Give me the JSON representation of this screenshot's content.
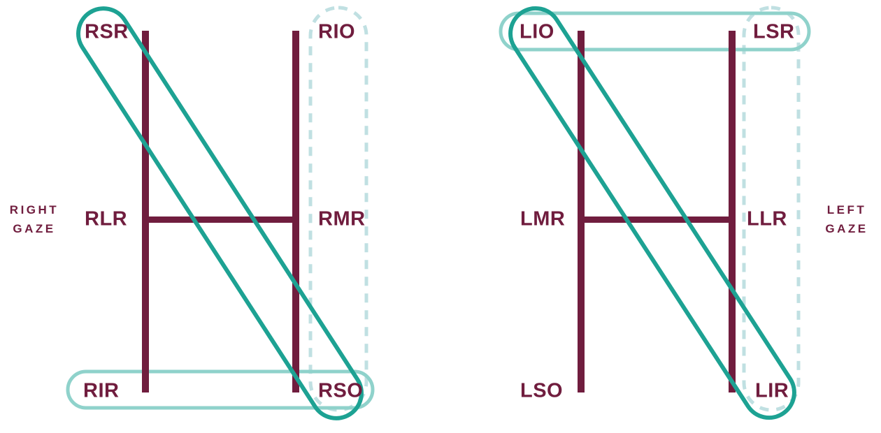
{
  "title": "Cardinal gaze extraocular muscle diagram",
  "colors": {
    "maroon": "#701d3e",
    "teal": "#1da293",
    "light_teal": "#8fd2cb",
    "pale_teal": "#c0e0e2",
    "background": "#ffffff"
  },
  "diagrams": [
    {
      "id": "right-gaze",
      "side_label": {
        "line1": "RIGHT",
        "line2": "GAZE"
      },
      "muscles": {
        "top_left": "RSR",
        "top_right": "RIO",
        "mid_left": "RLR",
        "mid_right": "RMR",
        "bottom_left": "RIR",
        "bottom_right": "RSO"
      },
      "highlights": {
        "diagonal_oval_pair": [
          "RSR",
          "RSO"
        ],
        "horizontal_oval_pair": [
          "RIR",
          "RSO"
        ],
        "dashed_column": [
          "RIO",
          "RMR",
          "RSO"
        ]
      }
    },
    {
      "id": "left-gaze",
      "side_label": {
        "line1": "LEFT",
        "line2": "GAZE"
      },
      "muscles": {
        "top_left": "LIO",
        "top_right": "LSR",
        "mid_left": "LMR",
        "mid_right": "LLR",
        "bottom_left": "LSO",
        "bottom_right": "LIR"
      },
      "highlights": {
        "diagonal_oval_pair": [
          "LIO",
          "LIR"
        ],
        "horizontal_oval_pair": [
          "LIO",
          "LSR"
        ],
        "dashed_column": [
          "LSR",
          "LLR",
          "LIR"
        ]
      }
    }
  ]
}
